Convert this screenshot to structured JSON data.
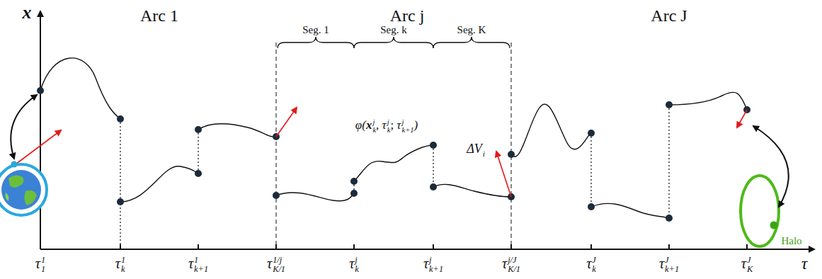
{
  "diagram": {
    "labels": [
      "x",
      "Arc 1",
      "Arc j",
      "Arc J",
      "Seg. 1",
      "Seg. k",
      "Seg. K",
      "φ(",
      "x",
      "k",
      "j",
      ", ",
      "τ",
      "k",
      "j",
      "; ",
      "τ",
      "k+1",
      "j",
      ")",
      "ΔV",
      "i",
      "Halo",
      "τ",
      "τ",
      "1",
      "1",
      "τ",
      "k",
      "1",
      "τ",
      "k+1",
      "1",
      "τ",
      "K/1",
      "1/j",
      "τ",
      "k",
      "j",
      "τ",
      "k+1",
      "j",
      "τ",
      "K/1",
      "j/J",
      "τ",
      "k",
      "J",
      "τ",
      "k+1",
      "J",
      "τ",
      "K",
      "J"
    ]
  }
}
